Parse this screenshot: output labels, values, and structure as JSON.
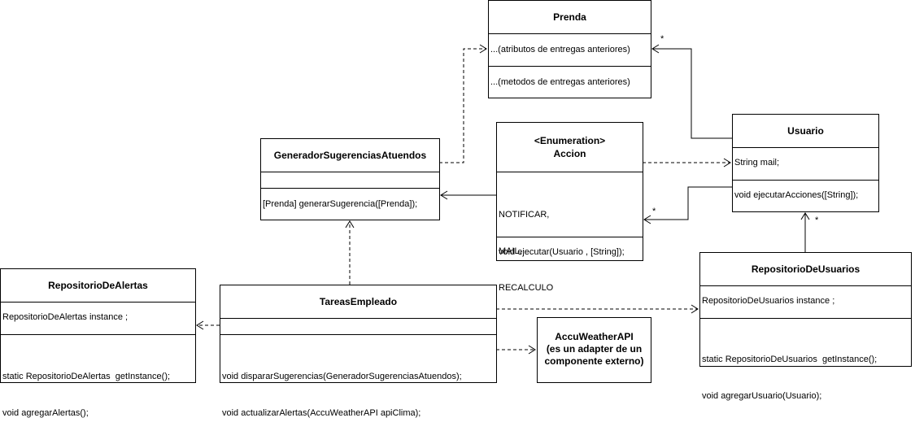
{
  "classes": {
    "prenda": {
      "name": "Prenda",
      "attributes": "...(atributos de entregas anteriores)",
      "methods": "...(metodos de entregas anteriores)"
    },
    "generador": {
      "name": "GeneradorSugerenciasAtuendos",
      "attributes": "",
      "methods": "[Prenda] generarSugerencia([Prenda]);"
    },
    "accion": {
      "stereotype": "<Enumeration>",
      "name": "Accion",
      "values": [
        "NOTIFICAR,",
        "MAIL,",
        "RECALCULO"
      ],
      "methods": "void ejecutar(Usuario , [String]);"
    },
    "usuario": {
      "name": "Usuario",
      "attributes": "String mail;",
      "methods": "void ejecutarAcciones([String]);"
    },
    "repoAlertas": {
      "name": "RepositorioDeAlertas",
      "attributes": "RepositorioDeAlertas instance ;",
      "methods": [
        "static RepositorioDeAlertas  getInstance();",
        "void agregarAlertas();"
      ]
    },
    "tareas": {
      "name": "TareasEmpleado",
      "attributes": "",
      "methods": [
        "void dispararSugerencias(GeneradorSugerenciasAtuendos);",
        "void actualizarAlertas(AccuWeatherAPI apiClima);"
      ]
    },
    "accuweather": {
      "name_lines": [
        "AccuWeatherAPI",
        "(es un adapter de un",
        "componente externo)"
      ]
    },
    "repoUsuarios": {
      "name": "RepositorioDeUsuarios",
      "attributes": "RepositorioDeUsuarios instance ;",
      "methods": [
        "static RepositorioDeUsuarios  getInstance();",
        "void agregarUsuario(Usuario);"
      ]
    }
  },
  "multiplicities": {
    "usuario_prenda": "*",
    "usuario_accion": "*",
    "repo_usuario": "*"
  }
}
